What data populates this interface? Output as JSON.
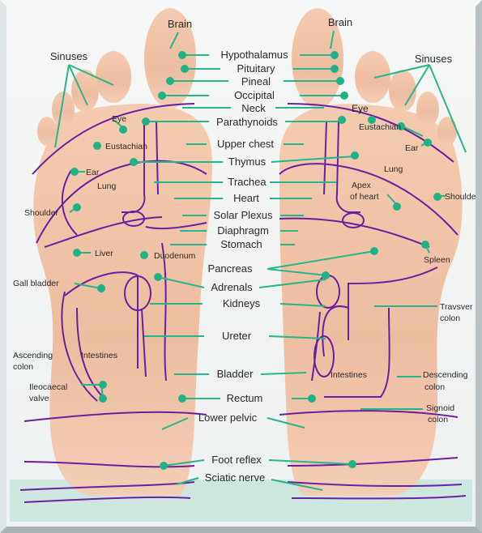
{
  "colors": {
    "line": "#27b58c",
    "dot": "#20b184",
    "meridian": "#6a1ea3",
    "skin": "#f0c3a6",
    "floor": "#cfe8df"
  },
  "center_labels": [
    "Hypothalamus",
    "Pituitary",
    "Pineal",
    "Occipital",
    "Neck",
    "Parathynoids",
    "Upper chest",
    "Thymus",
    "Trachea",
    "Heart",
    "Solar Plexus",
    "Diaphragm",
    "Stomach",
    "Pancreas",
    "Adrenals",
    "Kidneys",
    "Ureter",
    "Bladder",
    "Rectum",
    "Lower pelvic",
    "Foot reflex",
    "Sciatic nerve"
  ],
  "top_labels": {
    "brain_left": "Brain",
    "brain_right": "Brain",
    "sinuses_left": "Sinuses",
    "sinuses_right": "Sinuses"
  },
  "left_foot_labels": {
    "eye": "Eye",
    "eustachian": "Eustachian",
    "ear": "Ear",
    "lung": "Lung",
    "shoulder": "Shoulder",
    "liver": "Liver",
    "duodenum": "Duodenum",
    "gall_bladder": "Gall bladder",
    "ascending": "Ascending",
    "colon": "colon",
    "intestines": "Intestines",
    "ileocaecal": "Ileocaecal",
    "valve": "valve"
  },
  "right_foot_labels": {
    "eye": "Eye",
    "eustachian": "Eustachian",
    "ear": "Ear",
    "lung": "Lung",
    "apex": "Apex",
    "of_heart": "of heart",
    "shoulder": "Shoulde",
    "spleen": "Spleen",
    "transverse": "Travsver",
    "t_colon": "colon",
    "intestines": "Intestines",
    "descending": "Descending",
    "d_colon": "colon",
    "sigmoid": "Signoid",
    "s_colon": "colon"
  }
}
